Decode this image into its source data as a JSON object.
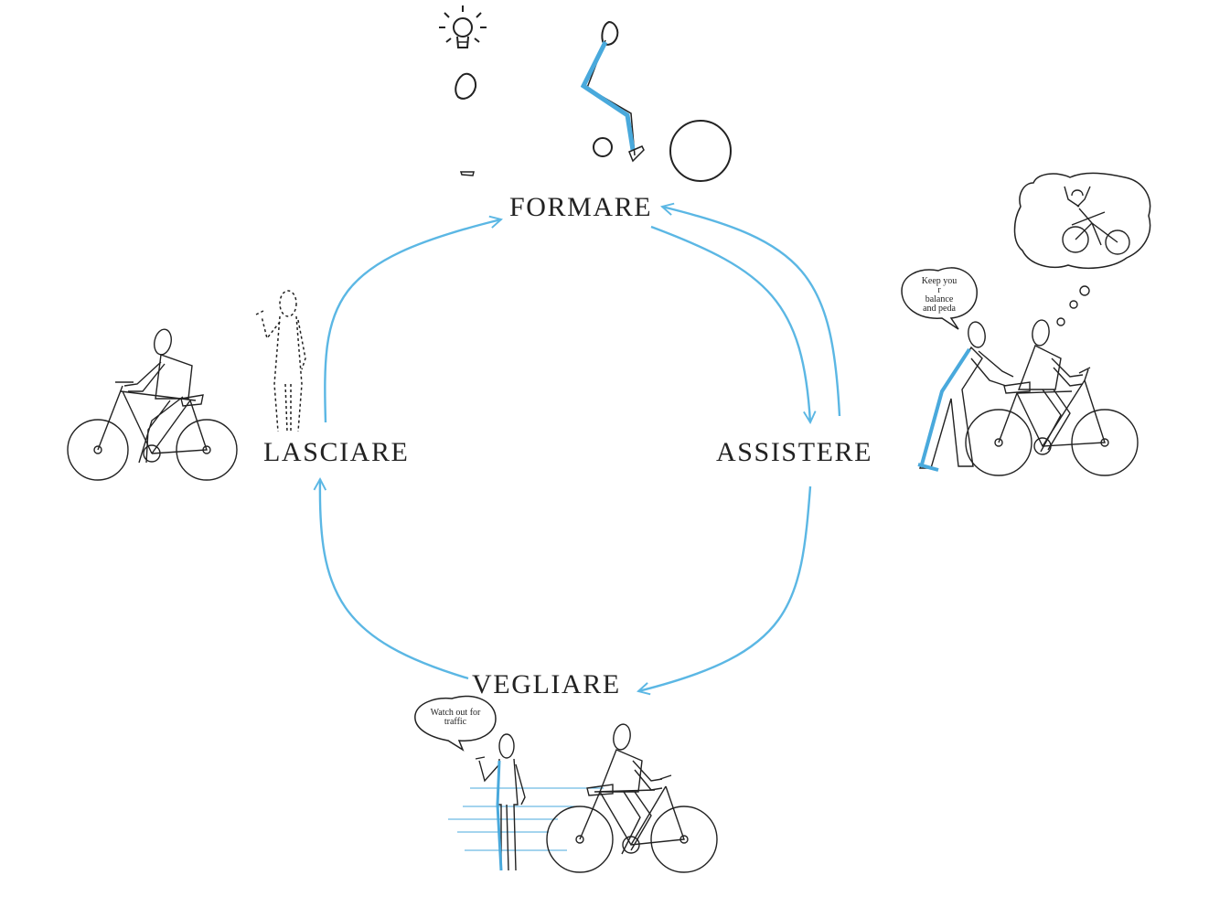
{
  "stages": {
    "formare": "FORMARE",
    "assistere": "ASSISTERE",
    "vegliare": "VEGLIARE",
    "lasciare": "LASCIARE"
  },
  "bubbles": {
    "assistere_speech": [
      "Keep you",
      "r",
      "balance",
      "and peda"
    ],
    "vegliare_speech": [
      "Watch out for",
      "traffic"
    ]
  },
  "colors": {
    "arrow": "#5bb7e4",
    "highlight": "#49a9dc",
    "ink": "#222222"
  }
}
